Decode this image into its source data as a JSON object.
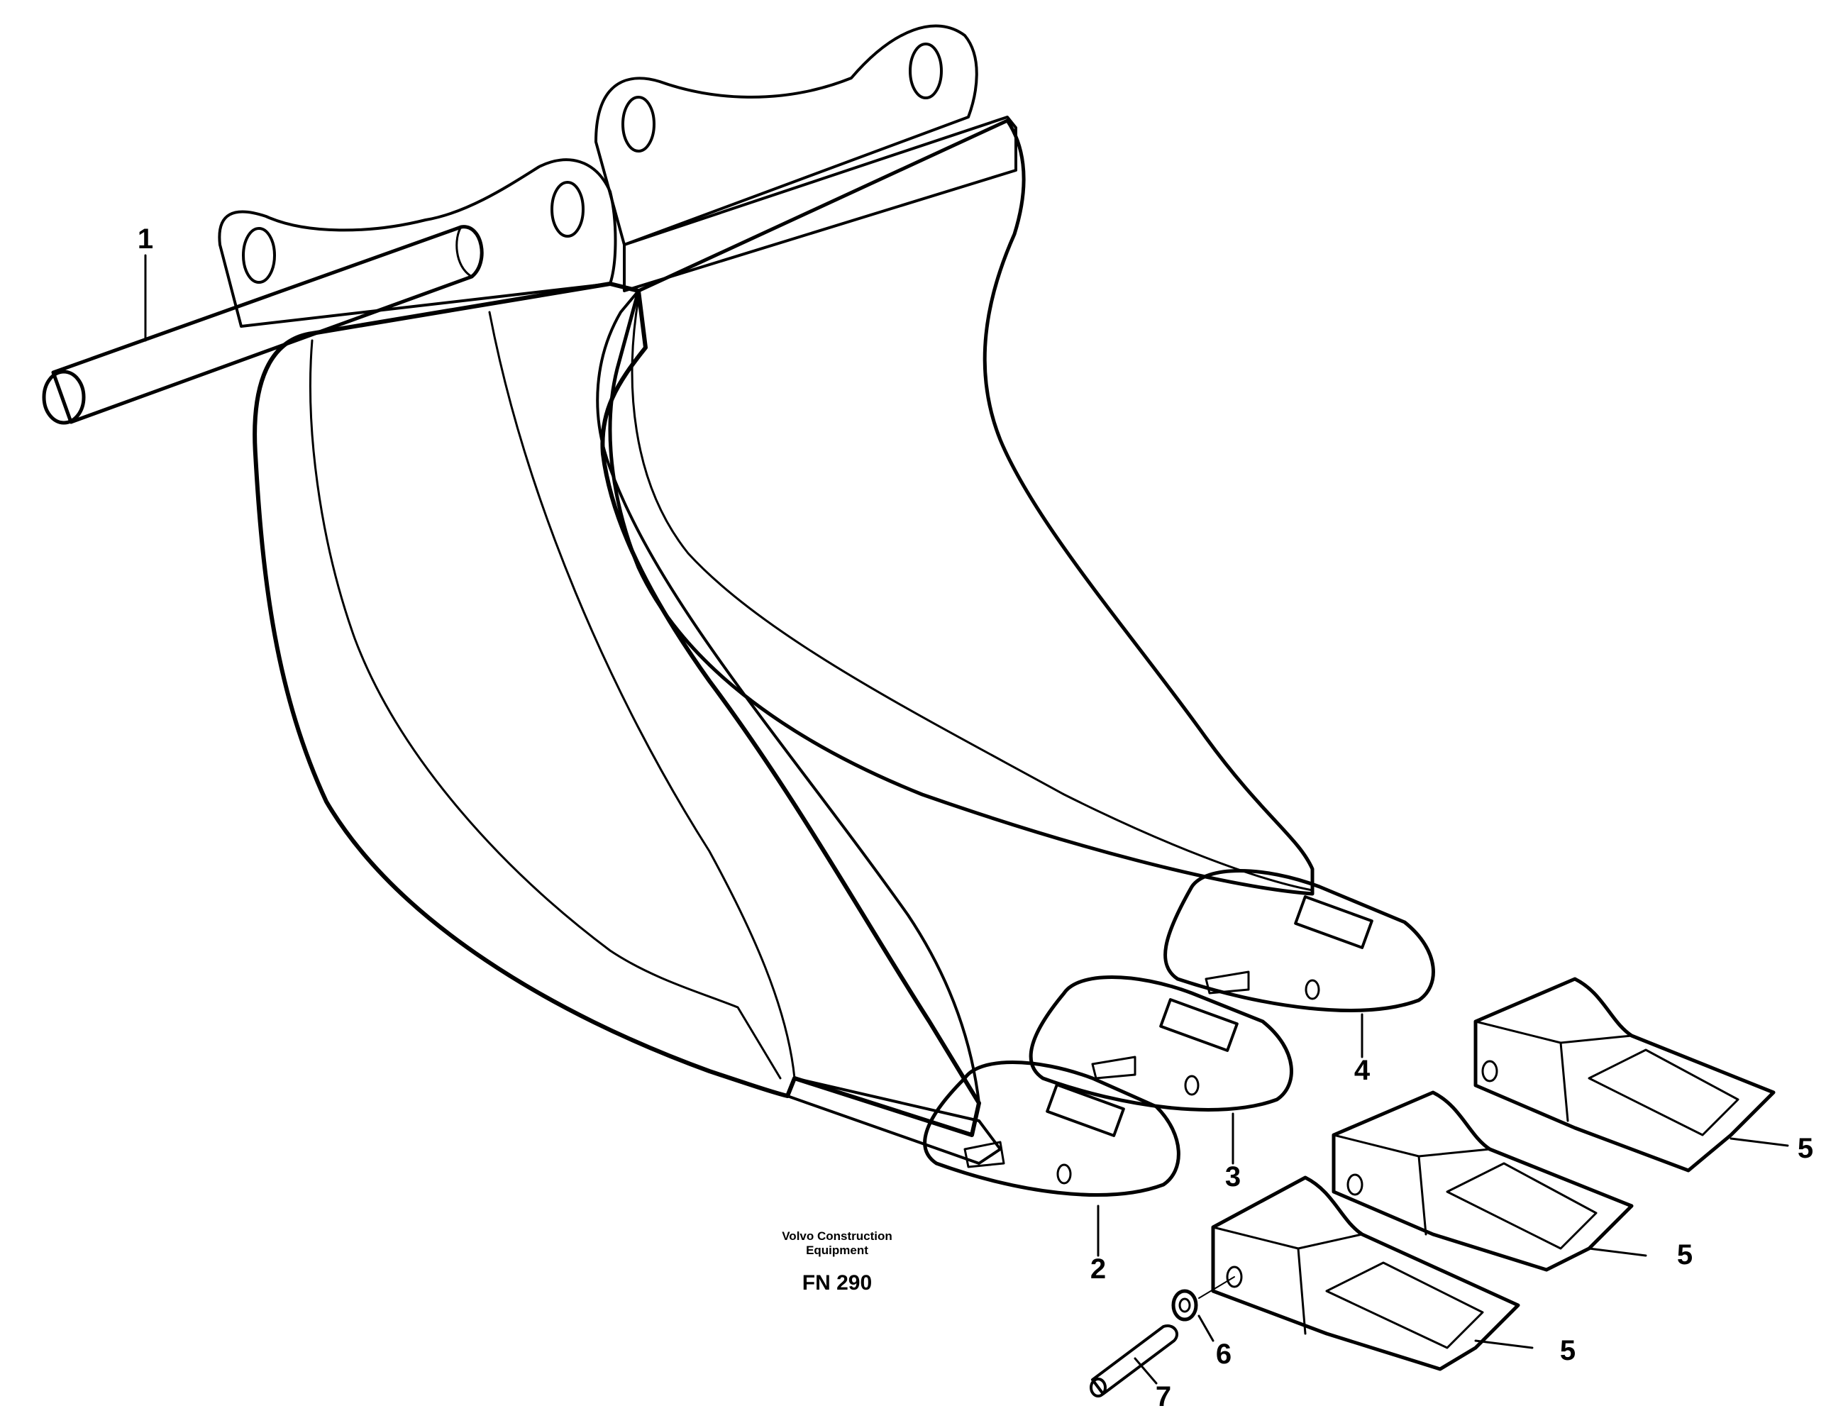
{
  "diagram": {
    "credit_line1": "Volvo Construction",
    "credit_line2": "Equipment",
    "code": "FN 290",
    "callouts": {
      "c1": "1",
      "c2": "2",
      "c3": "3",
      "c4": "4",
      "c5a": "5",
      "c5b": "5",
      "c5c": "5",
      "c6": "6",
      "c7": "7"
    }
  }
}
